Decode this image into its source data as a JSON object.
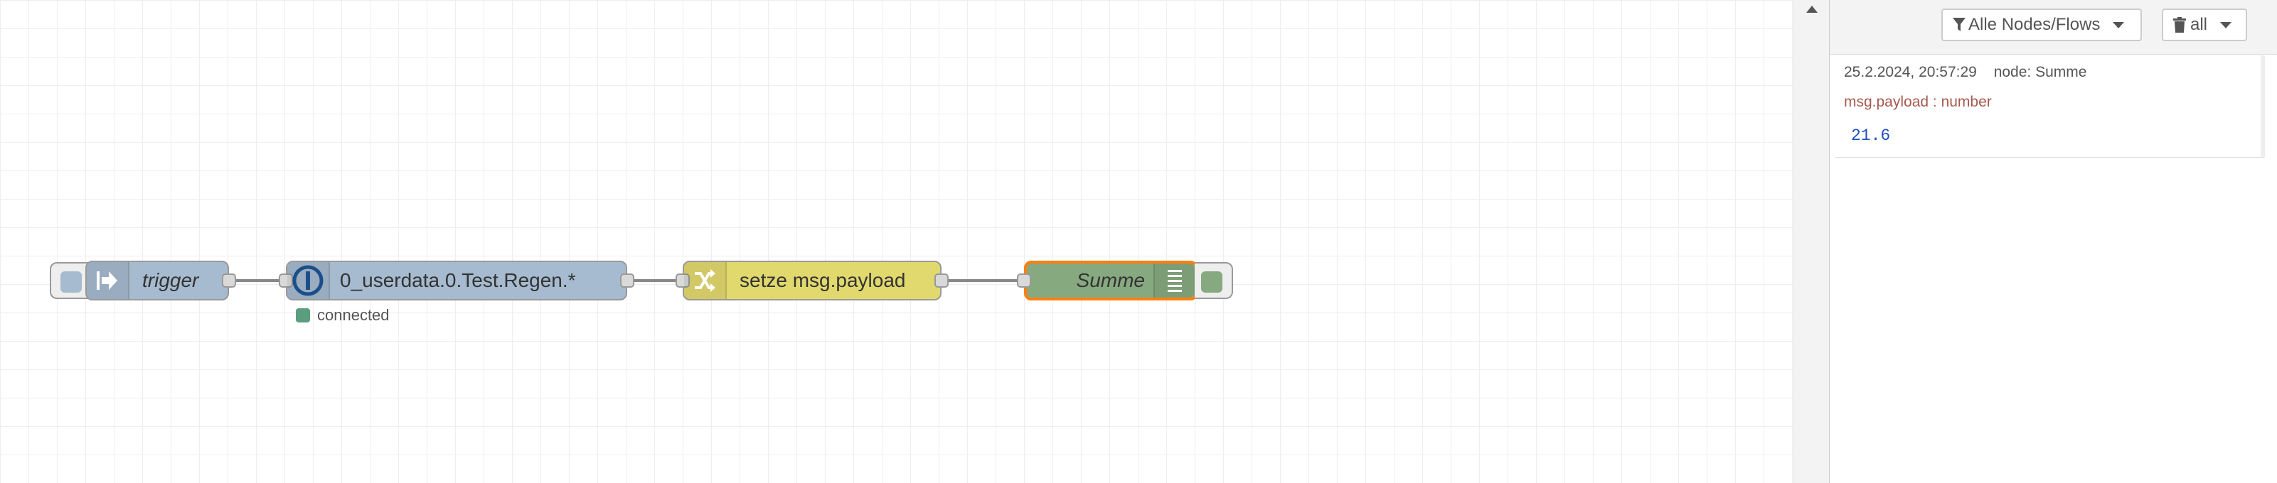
{
  "flow": {
    "nodes": [
      {
        "id": "trigger",
        "label": "trigger",
        "type": "inject",
        "color": "#a6bbcf",
        "italic": true
      },
      {
        "id": "iobroker-in",
        "label": "0_userdata.0.Test.Regen.*",
        "type": "iobroker in",
        "color": "#a6bbcf",
        "status": "connected",
        "status_color": "#5a9e7f"
      },
      {
        "id": "change",
        "label": "setze msg.payload",
        "type": "change",
        "color": "#e2d96e"
      },
      {
        "id": "debug",
        "label": "Summe",
        "type": "debug",
        "color": "#87a980",
        "italic": true,
        "selected": true,
        "selection_color": "#ff7f0e"
      }
    ],
    "colors": {
      "grid": "#eeeeee",
      "wire": "#888888",
      "port": "#d9d9d9",
      "border": "#999999"
    }
  },
  "icons": {
    "inject": "arrow-in-icon",
    "iobroker": "iobroker-logo-icon",
    "change": "shuffle-icon",
    "debug": "list-icon"
  },
  "sidebar": {
    "filter_label": "Alle Nodes/Flows",
    "clear_label": "all",
    "messages": [
      {
        "timestamp": "25.2.2024, 20:57:29",
        "node": "node: Summe",
        "property": "msg.payload : number",
        "value": "21.6"
      }
    ]
  }
}
